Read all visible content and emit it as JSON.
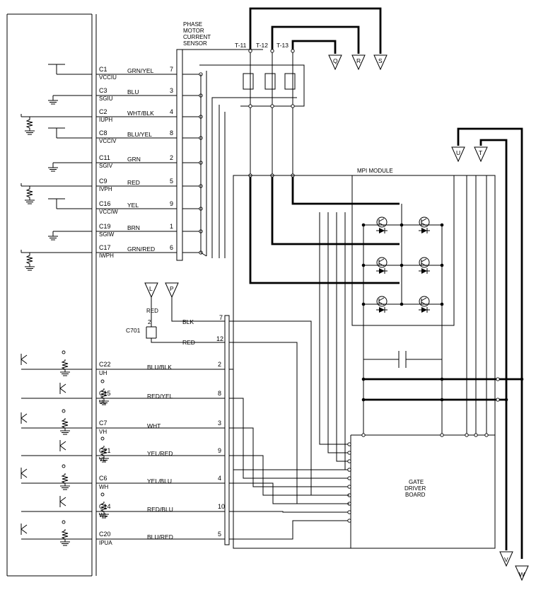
{
  "ecu": {
    "pins": [
      {
        "pin": "C1",
        "signal": "VCCIU",
        "wire": "GRN/YEL",
        "num": "7"
      },
      {
        "pin": "C3",
        "signal": "SGIU",
        "wire": "BLU",
        "num": "3"
      },
      {
        "pin": "C2",
        "signal": "IUPH",
        "wire": "WHT/BLK",
        "num": "4"
      },
      {
        "pin": "C8",
        "signal": "VCCIV",
        "wire": "BLU/YEL",
        "num": "8"
      },
      {
        "pin": "C11",
        "signal": "SGIV",
        "wire": "GRN",
        "num": "2"
      },
      {
        "pin": "C9",
        "signal": "IVPH",
        "wire": "RED",
        "num": "5"
      },
      {
        "pin": "C16",
        "signal": "VCCIW",
        "wire": "YEL",
        "num": "9"
      },
      {
        "pin": "C19",
        "signal": "SGIW",
        "wire": "BRN",
        "num": "1"
      },
      {
        "pin": "C17",
        "signal": "IWPH",
        "wire": "GRN/RED",
        "num": "6"
      }
    ],
    "drive_pins": [
      {
        "pin": "C22",
        "signal": "UH",
        "wire": "BLU/BLK",
        "num": "2"
      },
      {
        "pin": "C15",
        "signal": "UL",
        "wire": "RED/YEL",
        "num": "8"
      },
      {
        "pin": "C7",
        "signal": "VH",
        "wire": "WHT",
        "num": "3"
      },
      {
        "pin": "C21",
        "signal": "VL",
        "wire": "YEL/RED",
        "num": "9"
      },
      {
        "pin": "C6",
        "signal": "WH",
        "wire": "YEL/BLU",
        "num": "4"
      },
      {
        "pin": "C14",
        "signal": "WL",
        "wire": "RED/BLU",
        "num": "10"
      },
      {
        "pin": "C20",
        "signal": "IPUA",
        "wire": "BLU/RED",
        "num": "5"
      }
    ]
  },
  "sensor": {
    "line1": "PHASE",
    "line2": "MOTOR",
    "line3": "CURRENT",
    "line4": "SENSOR"
  },
  "terminals": [
    "T-11",
    "T-12",
    "T-13"
  ],
  "top_connectors": [
    "Q",
    "R",
    "S"
  ],
  "right_connectors": [
    "U",
    "T"
  ],
  "bottom_connectors": [
    "V",
    "W"
  ],
  "power_connectors": [
    "L",
    "P"
  ],
  "mpi_module": "MPI MODULE",
  "gate_driver": {
    "line1": "GATE",
    "line2": "DRIVER",
    "line3": "BOARD"
  },
  "c701": {
    "label": "C701",
    "red_wire": "RED",
    "pin": "2"
  },
  "power_wires": [
    {
      "wire": "BLK",
      "num": "7"
    },
    {
      "wire": "RED",
      "num": "12"
    }
  ]
}
